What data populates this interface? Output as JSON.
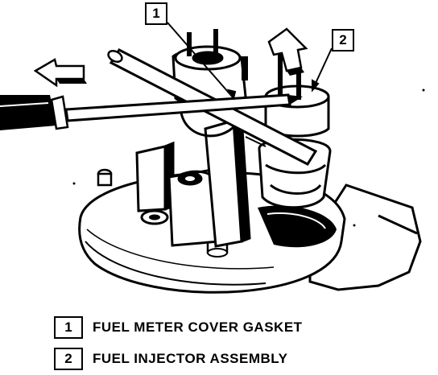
{
  "callouts": [
    {
      "number": "1"
    },
    {
      "number": "2"
    }
  ],
  "legend": [
    {
      "number": "1",
      "label": "FUEL METER COVER GASKET"
    },
    {
      "number": "2",
      "label": "FUEL INJECTOR ASSEMBLY"
    }
  ],
  "colors": {
    "ink": "#000000",
    "paper": "#ffffff"
  }
}
